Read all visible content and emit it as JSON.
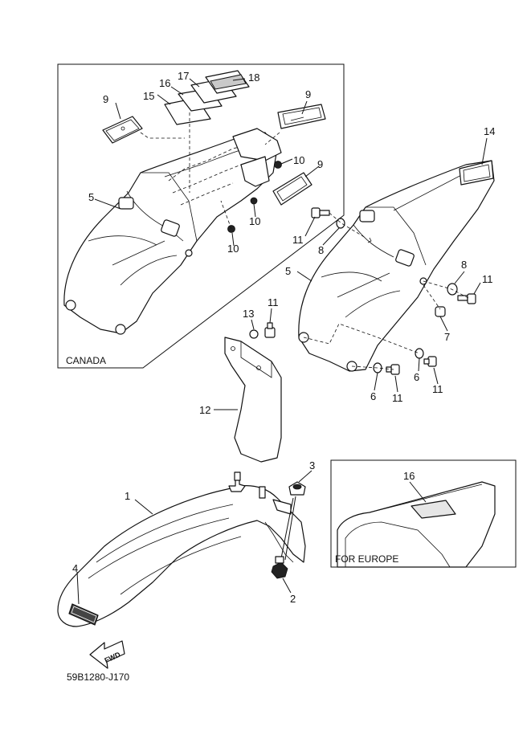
{
  "labels": {
    "canada": "CANADA",
    "for_europe": "FOR EUROPE",
    "code": "59B1280-J170",
    "fwd": "FWD"
  },
  "parts": {
    "p1": "1",
    "p2": "2",
    "p3": "3",
    "p4": "4",
    "p5a": "5",
    "p5b": "5",
    "p6a": "6",
    "p6b": "6",
    "p7": "7",
    "p8a": "8",
    "p8b": "8",
    "p9a": "9",
    "p9b": "9",
    "p9c": "9",
    "p10a": "10",
    "p10b": "10",
    "p10c": "10",
    "p11a": "11",
    "p11b": "11",
    "p11c": "11",
    "p11d": "11",
    "p11e": "11",
    "p12": "12",
    "p13": "13",
    "p14": "14",
    "p15": "15",
    "p16a": "16",
    "p16b": "16",
    "p17": "17",
    "p18": "18"
  },
  "icons": {
    "fwd": "fwd-arrow-icon"
  }
}
